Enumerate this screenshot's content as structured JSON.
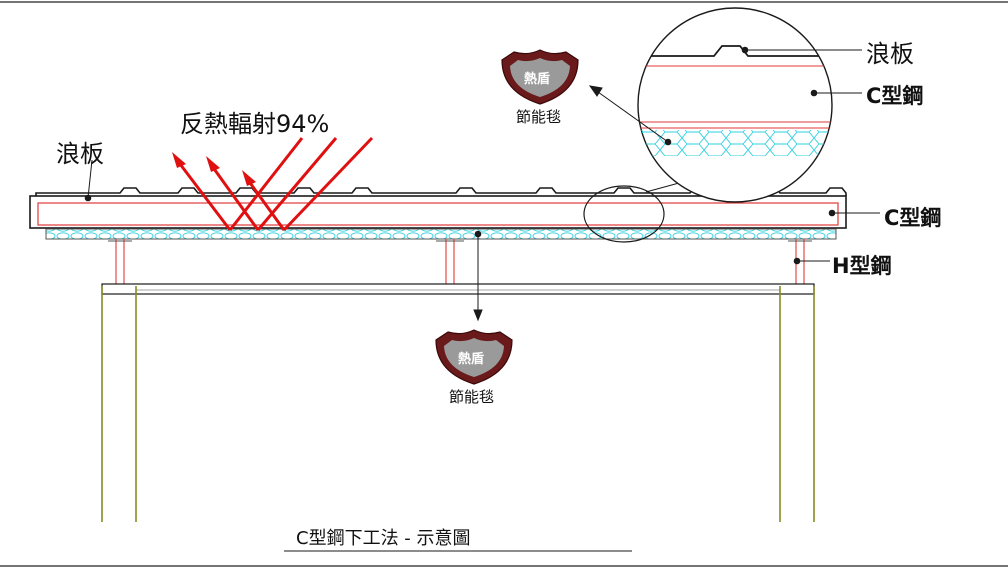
{
  "labels": {
    "reflection": "反熱輻射94%",
    "wave_board_left": "浪板",
    "wave_board_right": "浪板",
    "c_steel_detail": "C型鋼",
    "c_steel_main": "C型鋼",
    "h_steel": "H型鋼",
    "badge_top_shield": "熱盾",
    "badge_top_text": "節能毯",
    "badge_mid_shield": "熱盾",
    "badge_mid_text": "節能毯",
    "caption": "C型鋼下工法 - 示意圖"
  },
  "colors": {
    "outline": "#1a1a1a",
    "red_line": "#e03a3a",
    "arrow_red": "#e01010",
    "insulation": "#30d0e0",
    "column": "#8a8a20",
    "shield": "#7a1515"
  }
}
